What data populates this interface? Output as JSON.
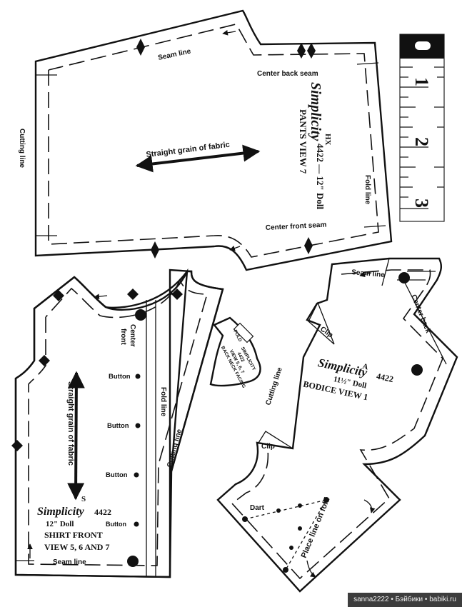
{
  "pants": {
    "seam_line": "Seam line",
    "center_back_seam": "Center back seam",
    "cutting_line": "Cutting line",
    "grain": "Straight grain of fabric",
    "code": "HX",
    "brand": "Simplicity",
    "pattern": "4422 — 12\" Doll",
    "piece": "PANTS VIEW 7",
    "fold_line": "Fold line",
    "center_front_seam": "Center front seam"
  },
  "ruler": {
    "numbers": [
      "1",
      "2",
      "3"
    ]
  },
  "shirt": {
    "center_front": [
      "Center",
      "front"
    ],
    "buttons": [
      "Button",
      "Button",
      "Button",
      "Button"
    ],
    "fold_line": "Fold line",
    "cutting_line": "Cutting line",
    "grain": "Straight grain of fabric",
    "code": "S",
    "brand": "Simplicity",
    "number": "4422",
    "doll": "12\" Doll",
    "piece_line1": "SHIRT FRONT",
    "piece_line2": "VIEW 5, 6 AND 7",
    "seam_line": "Seam line"
  },
  "facing": {
    "fold": "FOLD",
    "line1": "SIMPLICITY",
    "line2": "4422",
    "line3": "VIEW 5, 6, 7",
    "line4": "BACK NECK FACING"
  },
  "bodice": {
    "seam_line": "Seam line",
    "center_back": "Center back",
    "clip_top": "Clip",
    "code": "A",
    "brand": "Simplicity",
    "number": "4422",
    "doll": "11½\" Doll",
    "piece": "BODICE VIEW 1",
    "cutting_line": "Cutting line",
    "clip_bottom": "Clip",
    "dart": "Dart",
    "place_on_fold": "Place line on fold"
  },
  "credit": "sanna2222 • Бэйбики • babiki.ru"
}
